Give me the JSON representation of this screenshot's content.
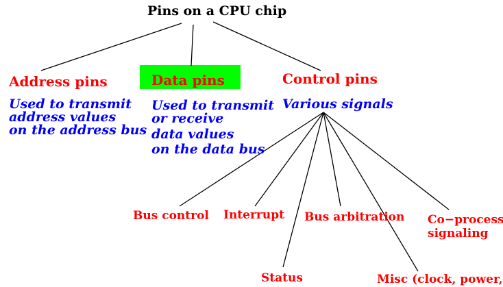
{
  "root": "Pins on a CPU chip",
  "categories": [
    {
      "title": "Address pins",
      "description": [
        "Used to transmit",
        "address values",
        "on the address bus"
      ]
    },
    {
      "title": "Data pins",
      "description": [
        "Used to transmit",
        "or receive",
        "data values",
        "on the data bus"
      ]
    },
    {
      "title": "Control pins",
      "description": [
        "Various signals"
      ]
    }
  ],
  "control_signals": [
    "Bus control",
    "Interrupt",
    "Status",
    "Bus arbitration",
    "Co−processo\nsignaling",
    "Misc (clock, power,...."
  ],
  "colors": {
    "root_text": "#000000",
    "category_text": "#ff0000",
    "description_text": "#0000ff",
    "highlight": "#00ff00",
    "lines": "#000000"
  }
}
